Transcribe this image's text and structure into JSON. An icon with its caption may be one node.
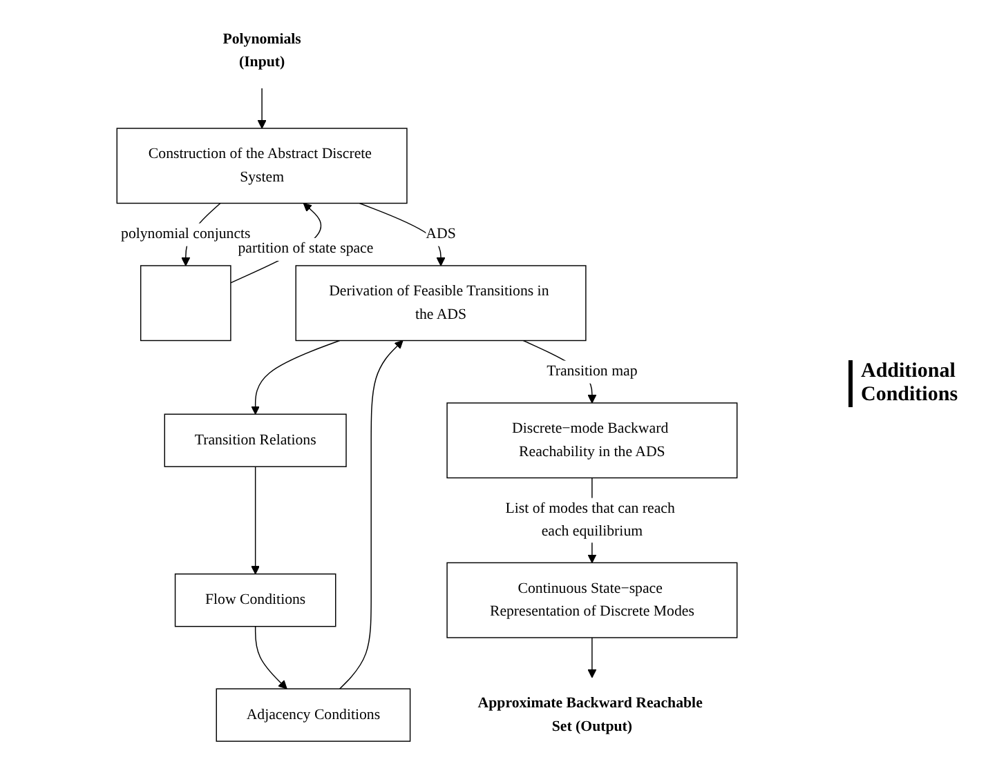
{
  "diagram": {
    "nodes": [
      {
        "text": [
          "Polynomials",
          "(Input)"
        ]
      },
      {
        "text": [
          "Construction of the Abstract Discrete System"
        ]
      },
      {
        "text": [],
        "shape": "box"
      },
      {
        "text": [
          "Derivation of Feasible Transitions in the ADS"
        ]
      },
      {
        "text": [
          "Transition Relations"
        ]
      },
      {
        "text": [
          "Flow Conditions"
        ]
      },
      {
        "text": [
          "Adjacency Conditions"
        ]
      },
      {
        "text": [
          "Discrete−mode Backward Reachability in the ADS"
        ]
      },
      {
        "text": [
          "Continuous State−space Representation of Discrete Modes"
        ]
      },
      {
        "text": [
          "Approximate Backward Reachable Set (Output)"
        ]
      }
    ],
    "edges": [
      {
        "from": 0,
        "to": 1,
        "arrow": "to"
      },
      {
        "from": 1,
        "to": 2,
        "arrow": "to",
        "label": "polynomial conjuncts"
      },
      {
        "from": 2,
        "to": 1,
        "arrow": "to",
        "label": "partition of state space"
      },
      {
        "from": 1,
        "to": 3,
        "arrow": "to",
        "label": "ADS"
      },
      {
        "from": 3,
        "to": 4,
        "arrow": "to"
      },
      {
        "from": 4,
        "to": 5,
        "arrow": "to"
      },
      {
        "from": 5,
        "to": 6,
        "arrow": "to"
      },
      {
        "from": 6,
        "to": 3,
        "arrow": "to"
      },
      {
        "from": 3,
        "to": 7,
        "arrow": "to",
        "label": "Transition map"
      },
      {
        "from": 7,
        "to": 8,
        "arrow": "to",
        "label": "List of modes that can reach each equilibrium"
      },
      {
        "from": 8,
        "to": 9,
        "arrow": "to"
      }
    ],
    "labels": [
      "Additional Conditions"
    ]
  }
}
